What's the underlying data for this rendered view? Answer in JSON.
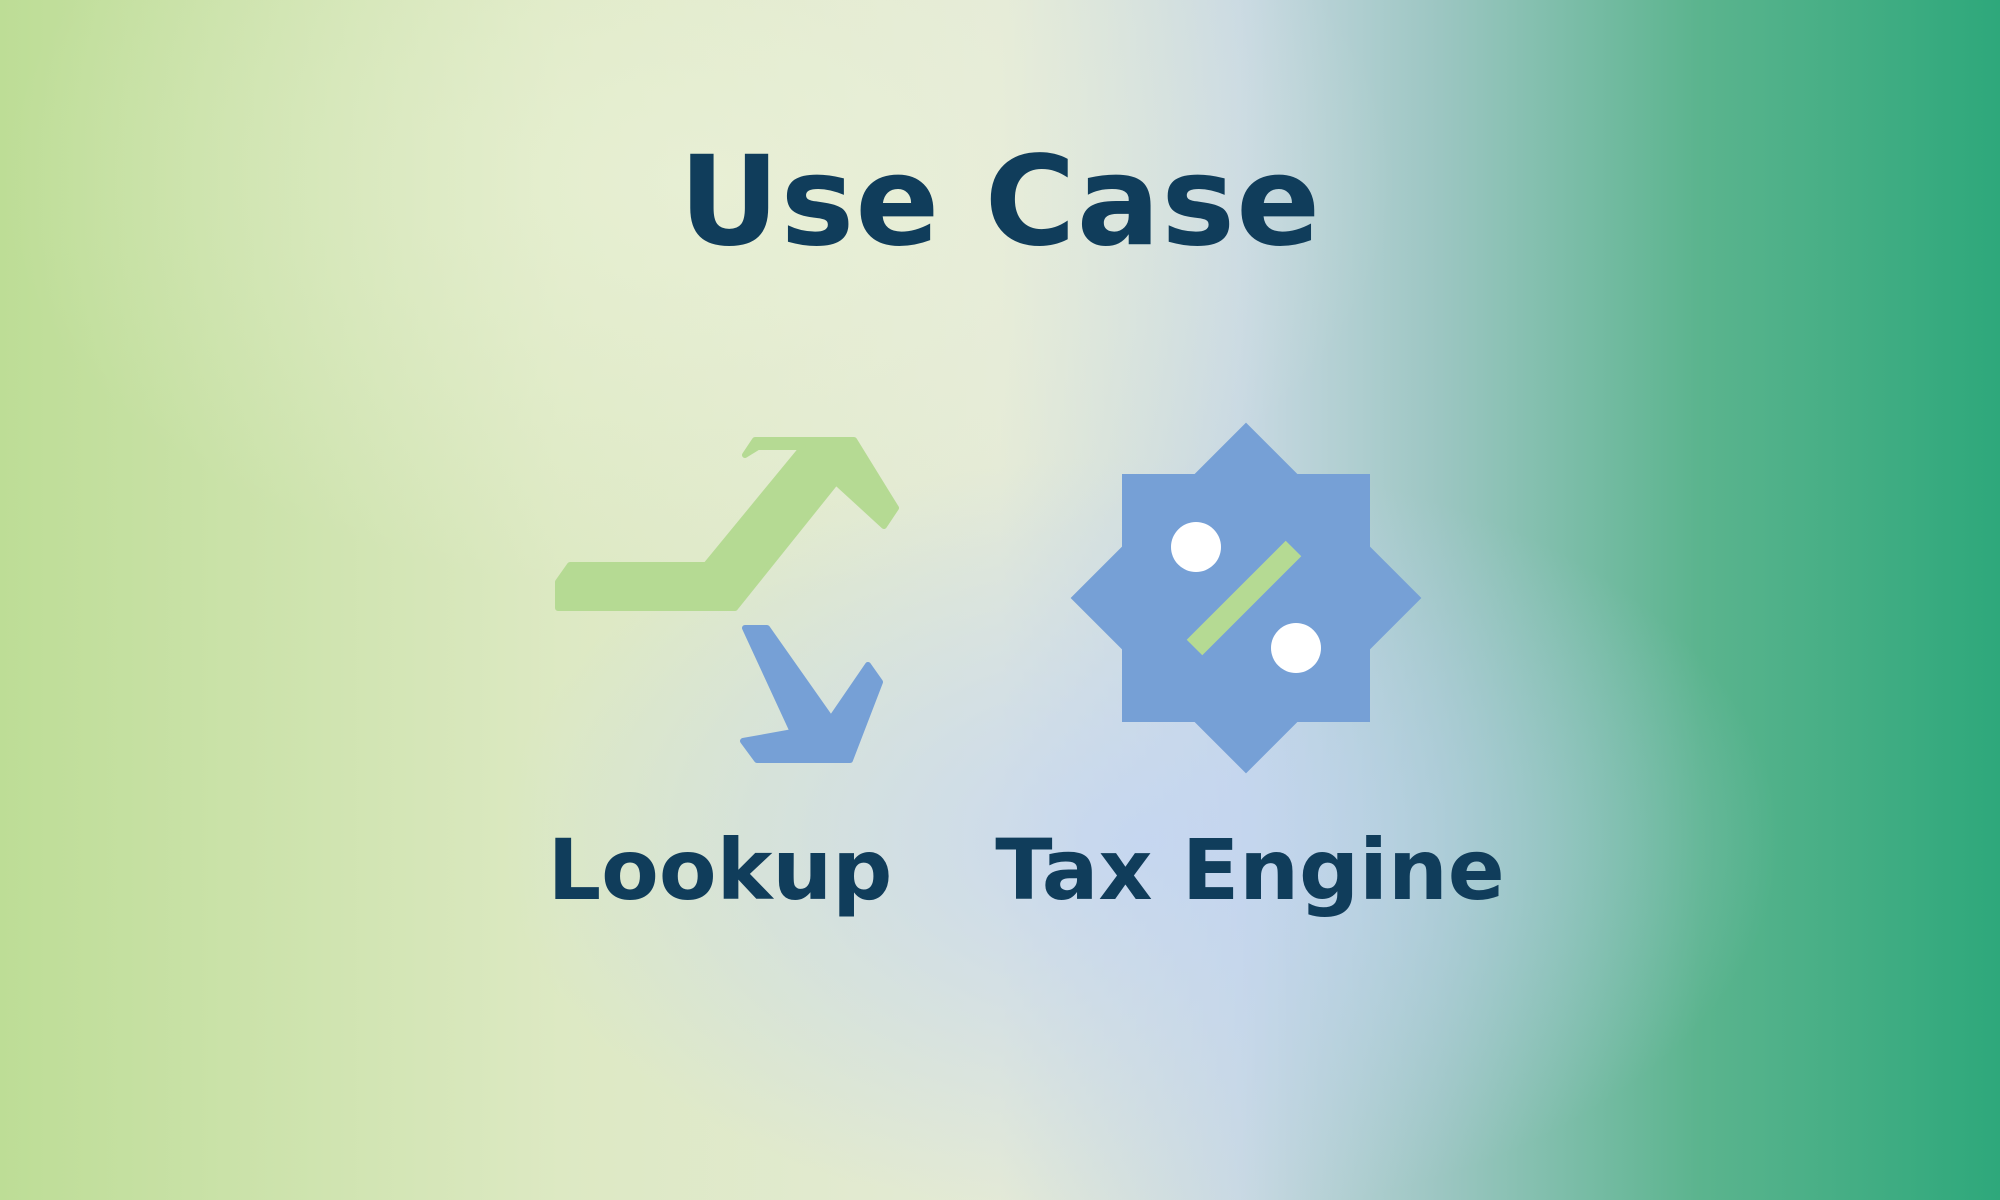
{
  "slide": {
    "title": "Use Case",
    "items": [
      {
        "label": "Lookup",
        "icon": "arrows-split-icon"
      },
      {
        "label": "Tax Engine",
        "icon": "percent-badge-icon"
      }
    ]
  },
  "colors": {
    "text": "#103d5b",
    "green_accent": "#b5da93",
    "blue_accent": "#76a0d6",
    "background_left": "#bddd96",
    "background_center": "#e6eccc",
    "background_right": "#2ea87b"
  }
}
